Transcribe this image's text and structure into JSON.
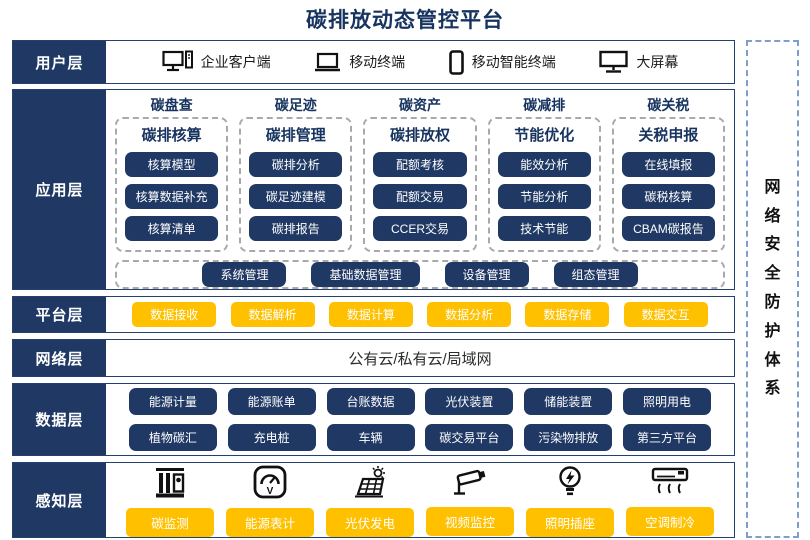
{
  "title": "碳排放动态管控平台",
  "colors": {
    "navy": "#1F3864",
    "amber": "#FFC000",
    "title_navy": "#17335f"
  },
  "security": {
    "label": "网络安全防护体系"
  },
  "user": {
    "label": "用户层",
    "items": [
      {
        "icon": "desktop-pc-icon",
        "label": "企业客户端"
      },
      {
        "icon": "laptop-icon",
        "label": "移动终端"
      },
      {
        "icon": "smartphone-icon",
        "label": "移动智能终端"
      },
      {
        "icon": "big-screen-icon",
        "label": "大屏幕"
      }
    ]
  },
  "application": {
    "label": "应用层",
    "columns": [
      {
        "header": "碳盘查",
        "title": "碳排核算",
        "items": [
          "核算模型",
          "核算数据补充",
          "核算清单"
        ]
      },
      {
        "header": "碳足迹",
        "title": "碳排管理",
        "items": [
          "碳排分析",
          "碳足迹建模",
          "碳排报告"
        ]
      },
      {
        "header": "碳资产",
        "title": "碳排放权",
        "items": [
          "配额考核",
          "配额交易",
          "CCER交易"
        ]
      },
      {
        "header": "碳减排",
        "title": "节能优化",
        "items": [
          "能效分析",
          "节能分析",
          "技术节能"
        ]
      },
      {
        "header": "碳关税",
        "title": "关税申报",
        "items": [
          "在线填报",
          "碳税核算",
          "CBAM碳报告"
        ]
      }
    ],
    "common": [
      "系统管理",
      "基础数据管理",
      "设备管理",
      "组态管理"
    ]
  },
  "platform": {
    "label": "平台层",
    "items": [
      "数据接收",
      "数据解析",
      "数据计算",
      "数据分析",
      "数据存储",
      "数据交互"
    ]
  },
  "network": {
    "label": "网络层",
    "text": "公有云/私有云/局域网"
  },
  "data_layer": {
    "label": "数据层",
    "row1": [
      "能源计量",
      "能源账单",
      "台账数据",
      "光伏装置",
      "储能装置",
      "照明用电"
    ],
    "row2": [
      "植物碳汇",
      "充电桩",
      "车辆",
      "碳交易平台",
      "污染物排放",
      "第三方平台"
    ]
  },
  "perception": {
    "label": "感知层",
    "items": [
      {
        "icon": "emission-monitor-icon",
        "label": "碳监测"
      },
      {
        "icon": "energy-meter-icon",
        "label": "能源表计"
      },
      {
        "icon": "solar-panel-icon",
        "label": "光伏发电"
      },
      {
        "icon": "cctv-camera-icon",
        "label": "视频监控"
      },
      {
        "icon": "light-bulb-icon",
        "label": "照明插座"
      },
      {
        "icon": "air-conditioner-icon",
        "label": "空调制冷"
      }
    ]
  }
}
